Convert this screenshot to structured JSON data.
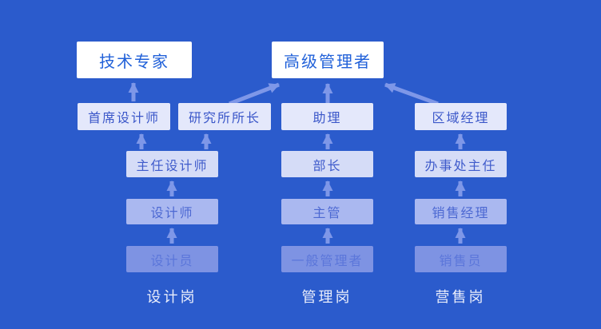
{
  "nodes": {
    "tech_expert": "技术专家",
    "senior_manager": "高级管理者",
    "chief_designer": "首席设计师",
    "institute_director": "研究所所长",
    "assistant": "助理",
    "regional_manager": "区域经理",
    "director_designer": "主任设计师",
    "minister": "部长",
    "office_director": "办事处主任",
    "designer": "设计师",
    "supervisor": "主管",
    "sales_manager": "销售经理",
    "junior_designer": "设计员",
    "general_manager": "一般管理者",
    "salesperson": "销售员"
  },
  "column_labels": {
    "design": "设计岗",
    "management": "管理岗",
    "sales": "营售岗"
  },
  "edges": [
    [
      "设计员",
      "设计师"
    ],
    [
      "设计师",
      "主任设计师"
    ],
    [
      "主任设计师",
      "首席设计师"
    ],
    [
      "主任设计师",
      "研究所所长"
    ],
    [
      "首席设计师",
      "技术专家"
    ],
    [
      "研究所所长",
      "高级管理者"
    ],
    [
      "一般管理者",
      "主管"
    ],
    [
      "主管",
      "部长"
    ],
    [
      "部长",
      "助理"
    ],
    [
      "助理",
      "高级管理者"
    ],
    [
      "销售员",
      "销售经理"
    ],
    [
      "销售经理",
      "办事处主任"
    ],
    [
      "办事处主任",
      "区域经理"
    ],
    [
      "区域经理",
      "高级管理者"
    ]
  ],
  "colors": {
    "background": "#2B5BCC",
    "top_box_fill": "#FFFFFF",
    "top_box_text": "#2161D9",
    "tier2_fill": "#E4E8FB",
    "tier3_fill": "#D5DCF7",
    "tier4_fill": "#AAB8F0",
    "tier5_fill": "#7E93E3",
    "arrow": "#7E97E8",
    "column_label_text": "#E9EDFB"
  }
}
